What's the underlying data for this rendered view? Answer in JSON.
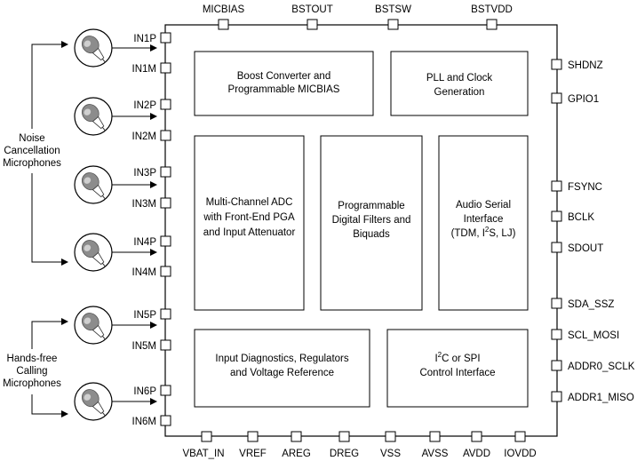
{
  "chip": {
    "top_pins": [
      "MICBIAS",
      "BSTOUT",
      "BSTSW",
      "BSTVDD"
    ],
    "right_pins": [
      "SHDNZ",
      "GPIO1",
      "FSYNC",
      "BCLK",
      "SDOUT",
      "SDA_SSZ",
      "SCL_MOSI",
      "ADDR0_SCLK",
      "ADDR1_MISO"
    ],
    "bottom_pins": [
      "VBAT_IN",
      "VREF",
      "AREG",
      "DREG",
      "VSS",
      "AVSS",
      "AVDD",
      "IOVDD"
    ],
    "left_pins": [
      "IN1P",
      "IN1M",
      "IN2P",
      "IN2M",
      "IN3P",
      "IN3M",
      "IN4P",
      "IN4M",
      "IN5P",
      "IN5M",
      "IN6P",
      "IN6M"
    ]
  },
  "blocks": {
    "boost": [
      "Boost Converter and",
      "Programmable MICBIAS"
    ],
    "pll": [
      "PLL and Clock",
      "Generation"
    ],
    "adc": [
      "Multi-Channel ADC",
      "with Front-End PGA",
      "and Input Attenuator"
    ],
    "dsp": [
      "Programmable",
      "Digital Filters and",
      "Biquads"
    ],
    "asi": {
      "line1": "Audio  Serial",
      "line2": "Interface",
      "line3_a": "(TDM, I",
      "line3_sup": "2",
      "line3_b": "S, LJ)"
    },
    "diag": [
      "Input Diagnostics, Regulators",
      "and Voltage Reference"
    ],
    "ctrl": {
      "line1_a": "I",
      "line1_sup": "2",
      "line1_b": "C or SPI",
      "line2": "Control Interface"
    }
  },
  "groups": {
    "noise": [
      "Noise",
      "Cancellation",
      "Microphones"
    ],
    "handsfree": [
      "Hands-free",
      "Calling",
      "Microphones"
    ]
  },
  "icons": {
    "microphone": "microphone-icon",
    "pin": "pin-square"
  }
}
